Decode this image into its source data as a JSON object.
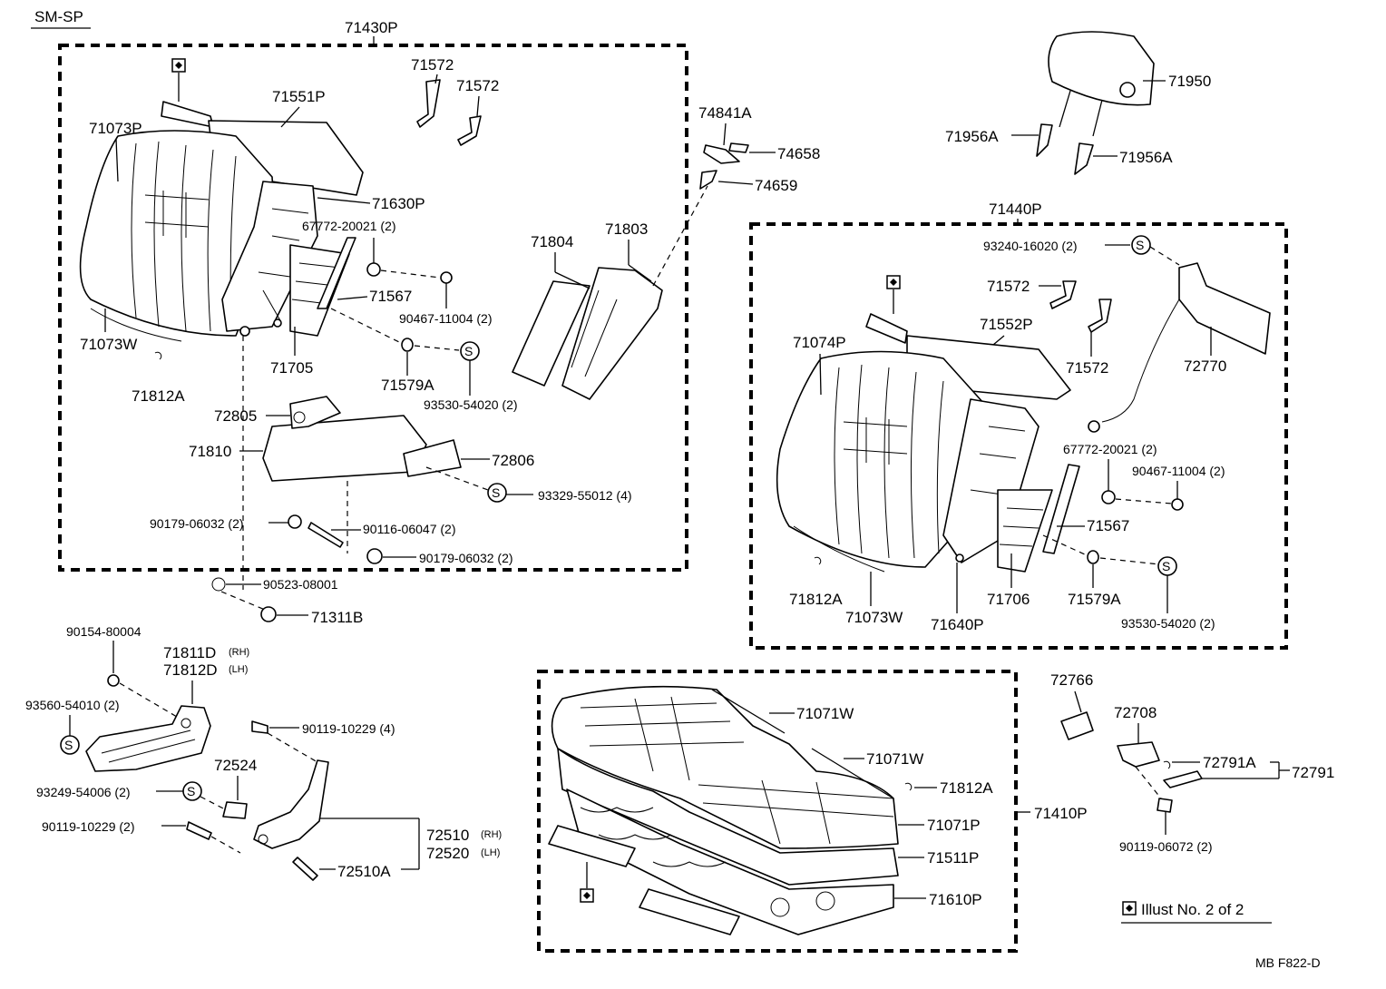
{
  "header": {
    "code": "SM-SP"
  },
  "footer": {
    "code": "MB  F822-D",
    "illust_note": "Illust No. 2 of 2"
  },
  "callouts": {
    "c71430P": "71430P",
    "c71440P": "71440P",
    "c71410P": "71410P",
    "c71551P": "71551P",
    "c71073P": "71073P",
    "c71630P": "71630P",
    "c71572a": "71572",
    "c71572b": "71572",
    "c67772a": "67772-20021 (2)",
    "c90467a": "90467-11004 (2)",
    "c71567a": "71567",
    "c71073Wa": "71073W",
    "c71705": "71705",
    "c71579Aa": "71579A",
    "c93530a": "93530-54020 (2)",
    "c71812Aa": "71812A",
    "c71804": "71804",
    "c71803": "71803",
    "c74841A": "74841A",
    "c74658": "74658",
    "c74659": "74659",
    "c72805": "72805",
    "c71810": "71810",
    "c72806": "72806",
    "c93329": "93329-55012 (4)",
    "c90179a": "90179-06032 (2)",
    "c90116": "90116-06047 (2)",
    "c90179b": "90179-06032 (2)",
    "c90523": "90523-08001",
    "c71311B": "71311B",
    "c71950": "71950",
    "c71956Aa": "71956A",
    "c71956Ab": "71956A",
    "c93240": "93240-16020 (2)",
    "c71572c": "71572",
    "c71572d": "71572",
    "c71552P": "71552P",
    "c71074P": "71074P",
    "c72770": "72770",
    "c67772b": "67772-20021 (2)",
    "c90467b": "90467-11004 (2)",
    "c71567b": "71567",
    "c71812Ab": "71812A",
    "c71073Wb": "71073W",
    "c71640P": "71640P",
    "c71706": "71706",
    "c71579Ab": "71579A",
    "c93530b": "93530-54020 (2)",
    "c90154": "90154-80004",
    "c71811D": "71811D",
    "c71812D": "71812D",
    "rh1": "(RH)",
    "lh1": "(LH)",
    "c93560": "93560-54010 (2)",
    "c90119a": "90119-10229 (4)",
    "c72524": "72524",
    "c93249": "93249-54006 (2)",
    "c90119b": "90119-10229 (2)",
    "c72510": "72510",
    "c72520": "72520",
    "rh2": "(RH)",
    "lh2": "(LH)",
    "c72510A": "72510A",
    "c71071Wa": "71071W",
    "c71071Wb": "71071W",
    "c71812Ac": "71812A",
    "c71071P": "71071P",
    "c71511P": "71511P",
    "c71610P": "71610P",
    "c72766": "72766",
    "c72708": "72708",
    "c72791A": "72791A",
    "c72791": "72791",
    "c90119c": "90119-06072 (2)"
  },
  "symbols": {
    "screw_mark": "S"
  },
  "icons": [
    "diamond-marker-icon",
    "screw-symbol-icon"
  ]
}
